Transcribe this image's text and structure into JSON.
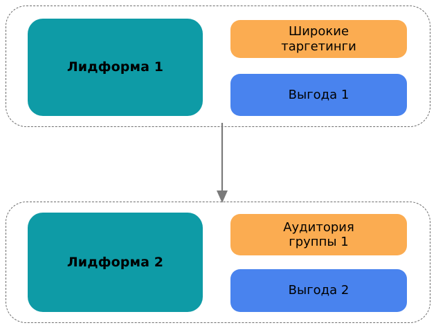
{
  "diagram": {
    "type": "flow-diagram",
    "orientation": "vertical",
    "background_color": "#ffffff",
    "groups": [
      {
        "id": "group-1",
        "border_style": "dashed",
        "border_color": "#6b6b6b",
        "form": {
          "label": "Лидформа 1",
          "color": "#0E9BA6"
        },
        "targeting": {
          "line1": "Широкие",
          "line2": "таргетинги",
          "color": "#FBAC51"
        },
        "benefit": {
          "label": "Выгода 1",
          "color": "#4983EE"
        }
      },
      {
        "id": "group-2",
        "border_style": "dashed",
        "border_color": "#6b6b6b",
        "form": {
          "label": "Лидформа 2",
          "color": "#0E9BA6"
        },
        "targeting": {
          "line1": "Аудитория",
          "line2": "группы 1",
          "color": "#FBAC51"
        },
        "benefit": {
          "label": "Выгода 2",
          "color": "#4983EE"
        }
      }
    ],
    "connector": {
      "icon": "down-arrow-icon",
      "color": "#7a7a7a",
      "from": "group-1",
      "to": "group-2",
      "label": ""
    }
  }
}
